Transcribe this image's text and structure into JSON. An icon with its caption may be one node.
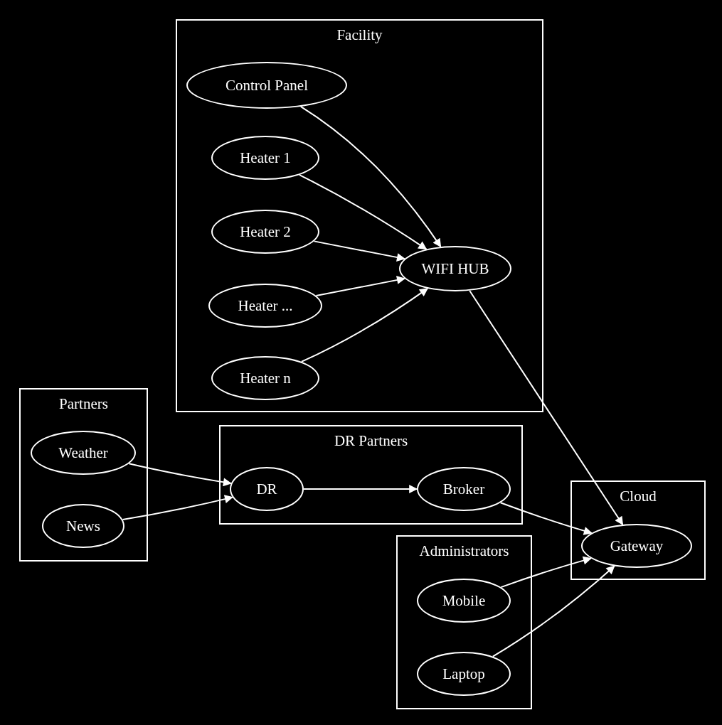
{
  "diagram": {
    "nodes": [
      {
        "text": [
          "Facility"
        ]
      },
      {
        "text": [
          "Control Panel"
        ],
        "in": 0
      },
      {
        "text": [
          "Heater 1"
        ],
        "in": 0
      },
      {
        "text": [
          "Heater 2"
        ],
        "in": 0
      },
      {
        "text": [
          "Heater ..."
        ],
        "in": 0
      },
      {
        "text": [
          "Heater n"
        ],
        "in": 0
      },
      {
        "text": [
          "WIFI HUB"
        ],
        "in": 0
      },
      {
        "text": [
          "Partners"
        ]
      },
      {
        "text": [
          "Weather"
        ],
        "in": 7
      },
      {
        "text": [
          "News"
        ],
        "in": 7
      },
      {
        "text": [
          "DR Partners"
        ]
      },
      {
        "text": [
          "DR"
        ],
        "in": 10
      },
      {
        "text": [
          "Broker"
        ],
        "in": 10
      },
      {
        "text": [
          "Administrators"
        ]
      },
      {
        "text": [
          "Mobile"
        ],
        "in": 13
      },
      {
        "text": [
          "Laptop"
        ],
        "in": 13
      },
      {
        "text": [
          "Cloud"
        ]
      },
      {
        "text": [
          "Gateway"
        ],
        "in": 16
      }
    ],
    "edges": [
      {
        "from": 1,
        "to": 6,
        "arrow": "to"
      },
      {
        "from": 2,
        "to": 6,
        "arrow": "to"
      },
      {
        "from": 3,
        "to": 6,
        "arrow": "to"
      },
      {
        "from": 4,
        "to": 6,
        "arrow": "to"
      },
      {
        "from": 5,
        "to": 6,
        "arrow": "to"
      },
      {
        "from": 6,
        "to": 17,
        "arrow": "to"
      },
      {
        "from": 8,
        "to": 11,
        "arrow": "to"
      },
      {
        "from": 9,
        "to": 11,
        "arrow": "to"
      },
      {
        "from": 11,
        "to": 12,
        "arrow": "to"
      },
      {
        "from": 12,
        "to": 17,
        "arrow": "to"
      },
      {
        "from": 14,
        "to": 17,
        "arrow": "to"
      },
      {
        "from": 15,
        "to": 17,
        "arrow": "to"
      }
    ]
  }
}
